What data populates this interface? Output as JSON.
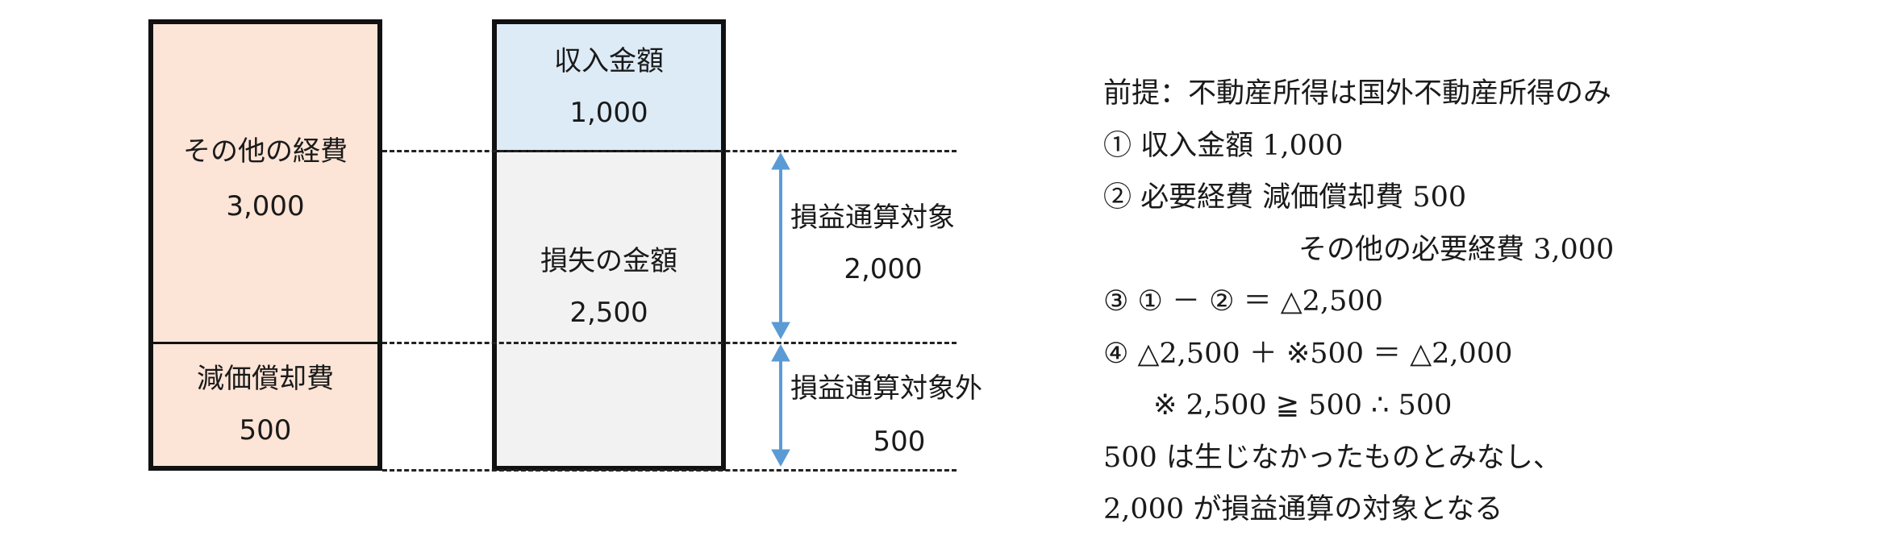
{
  "left_column": {
    "other_expenses_label": "その他の経費",
    "other_expenses_value": "3,000",
    "depreciation_label": "減価償却費",
    "depreciation_value": "500"
  },
  "right_column": {
    "income_label": "収入金額",
    "income_value": "1,000",
    "loss_label": "損失の金額",
    "loss_value": "2,500"
  },
  "annotations": {
    "offset_target_label": "損益通算対象",
    "offset_target_value": "2,000",
    "offset_excluded_label": "損益通算対象外",
    "offset_excluded_value": "500"
  },
  "colors": {
    "other_expenses_fill": "#fce4d6",
    "depreciation_fill": "#fce4d6",
    "income_fill": "#ddebf7",
    "loss_fill": "#f2f2f2",
    "arrow": "#5b9bd5"
  },
  "notes": {
    "line1": "前提：不動産所得は国外不動産所得のみ",
    "line2": "①  収入金額  1,000",
    "line3": "②  必要経費  減価償却費    500",
    "line4": "その他の必要経費    3,000",
    "line5": "③    ①  －  ②  ＝  △2,500",
    "line6": "④  △2,500  ＋  ※500  ＝  △2,000",
    "line7": "※    2,500  ≧  500    ∴    500",
    "line8": "500 は生じなかったものとみなし、",
    "line9": "2,000 が損益通算の対象となる"
  }
}
